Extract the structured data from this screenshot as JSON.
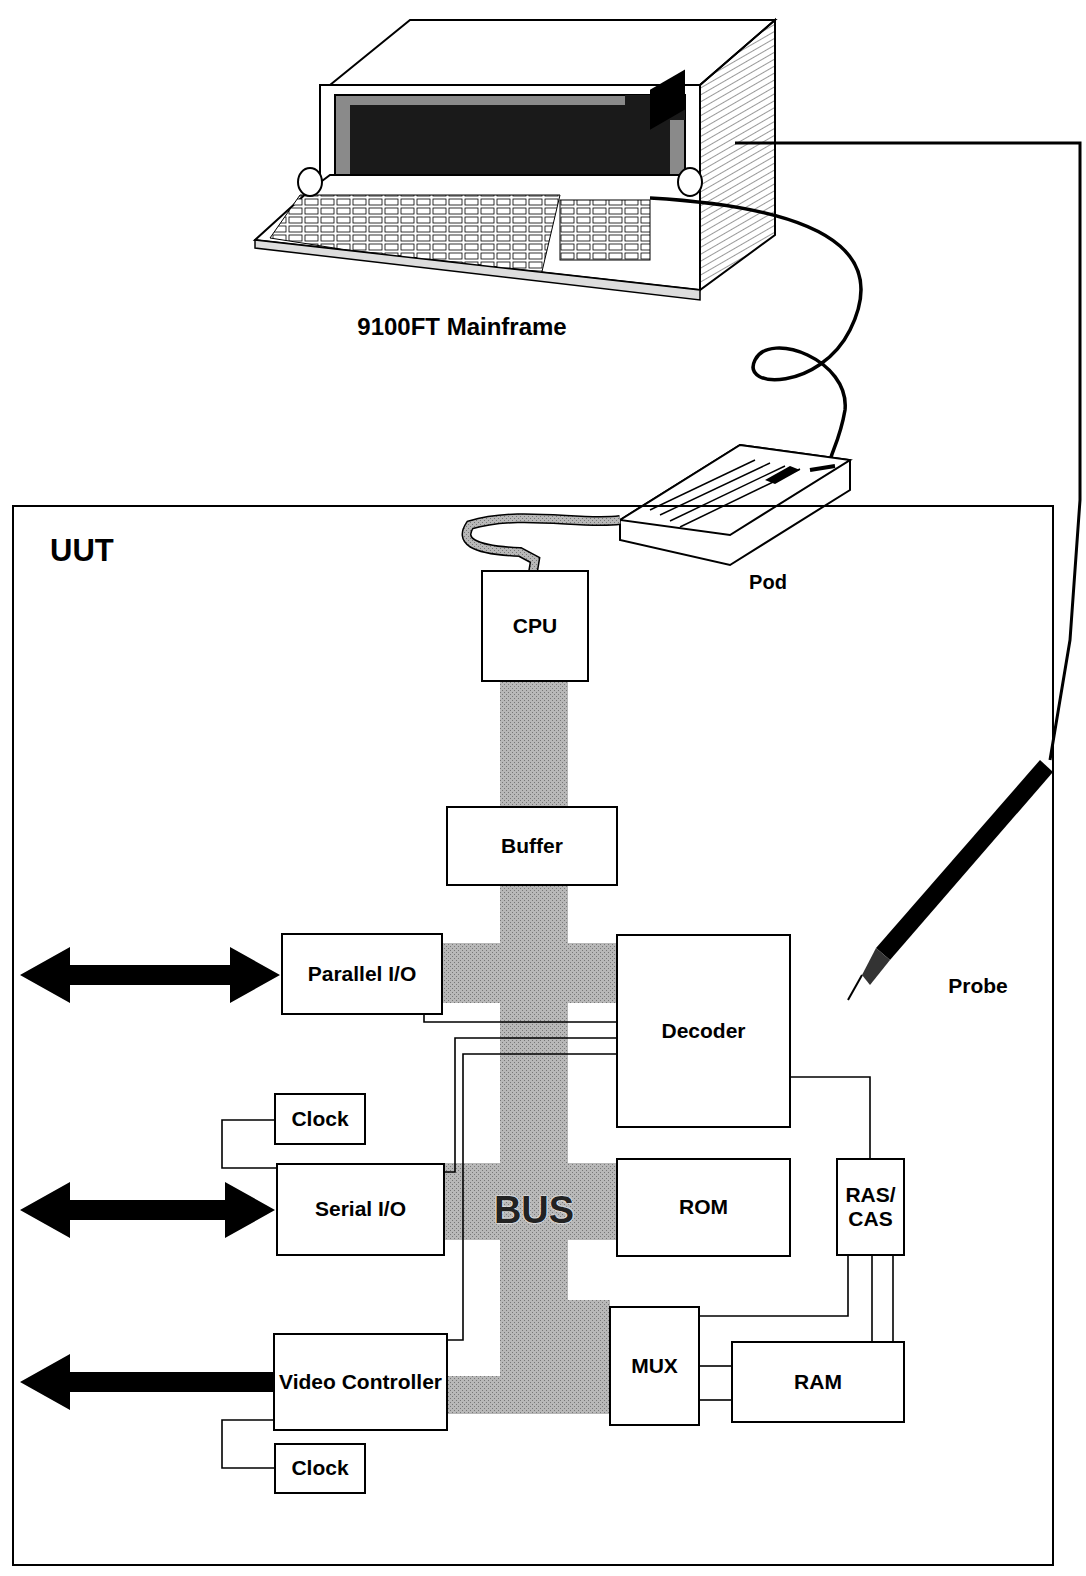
{
  "diagram": {
    "nodes": [
      {
        "text": [
          "UUT"
        ]
      },
      {
        "text": [
          "CPU"
        ],
        "in": 0
      },
      {
        "text": [
          "Buffer"
        ],
        "in": 0
      },
      {
        "text": [
          "Parallel I/O"
        ],
        "in": 0
      },
      {
        "text": [
          "Decoder"
        ],
        "in": 0
      },
      {
        "text": [
          "Clock"
        ],
        "in": 0
      },
      {
        "text": [
          "Serial I/O"
        ],
        "in": 0
      },
      {
        "text": [
          "ROM"
        ],
        "in": 0
      },
      {
        "text": [
          "RAS/ CAS"
        ],
        "in": 0
      },
      {
        "text": [
          "Video Controller"
        ],
        "in": 0
      },
      {
        "text": [
          "MUX"
        ],
        "in": 0
      },
      {
        "text": [
          "RAM"
        ],
        "in": 0
      },
      {
        "text": [
          "Clock"
        ],
        "in": 0
      }
    ],
    "edges": [
      {
        "from": 4,
        "to": 3,
        "arrow": "none"
      },
      {
        "from": 4,
        "to": 6,
        "arrow": "none"
      },
      {
        "from": 4,
        "to": 9,
        "arrow": "none"
      },
      {
        "from": 4,
        "to": 8,
        "arrow": "none"
      },
      {
        "from": 8,
        "to": 10,
        "arrow": "none"
      },
      {
        "from": 8,
        "to": 11,
        "arrow": "none"
      },
      {
        "from": 8,
        "to": 11,
        "arrow": "none"
      },
      {
        "from": 10,
        "to": 11,
        "arrow": "none"
      },
      {
        "from": 10,
        "to": 11,
        "arrow": "none"
      },
      {
        "from": 5,
        "to": 6,
        "arrow": "none"
      },
      {
        "from": 12,
        "to": 9,
        "arrow": "none"
      }
    ],
    "labels": [
      "9100FT Mainframe",
      "Pod",
      "Probe",
      "BUS"
    ]
  }
}
